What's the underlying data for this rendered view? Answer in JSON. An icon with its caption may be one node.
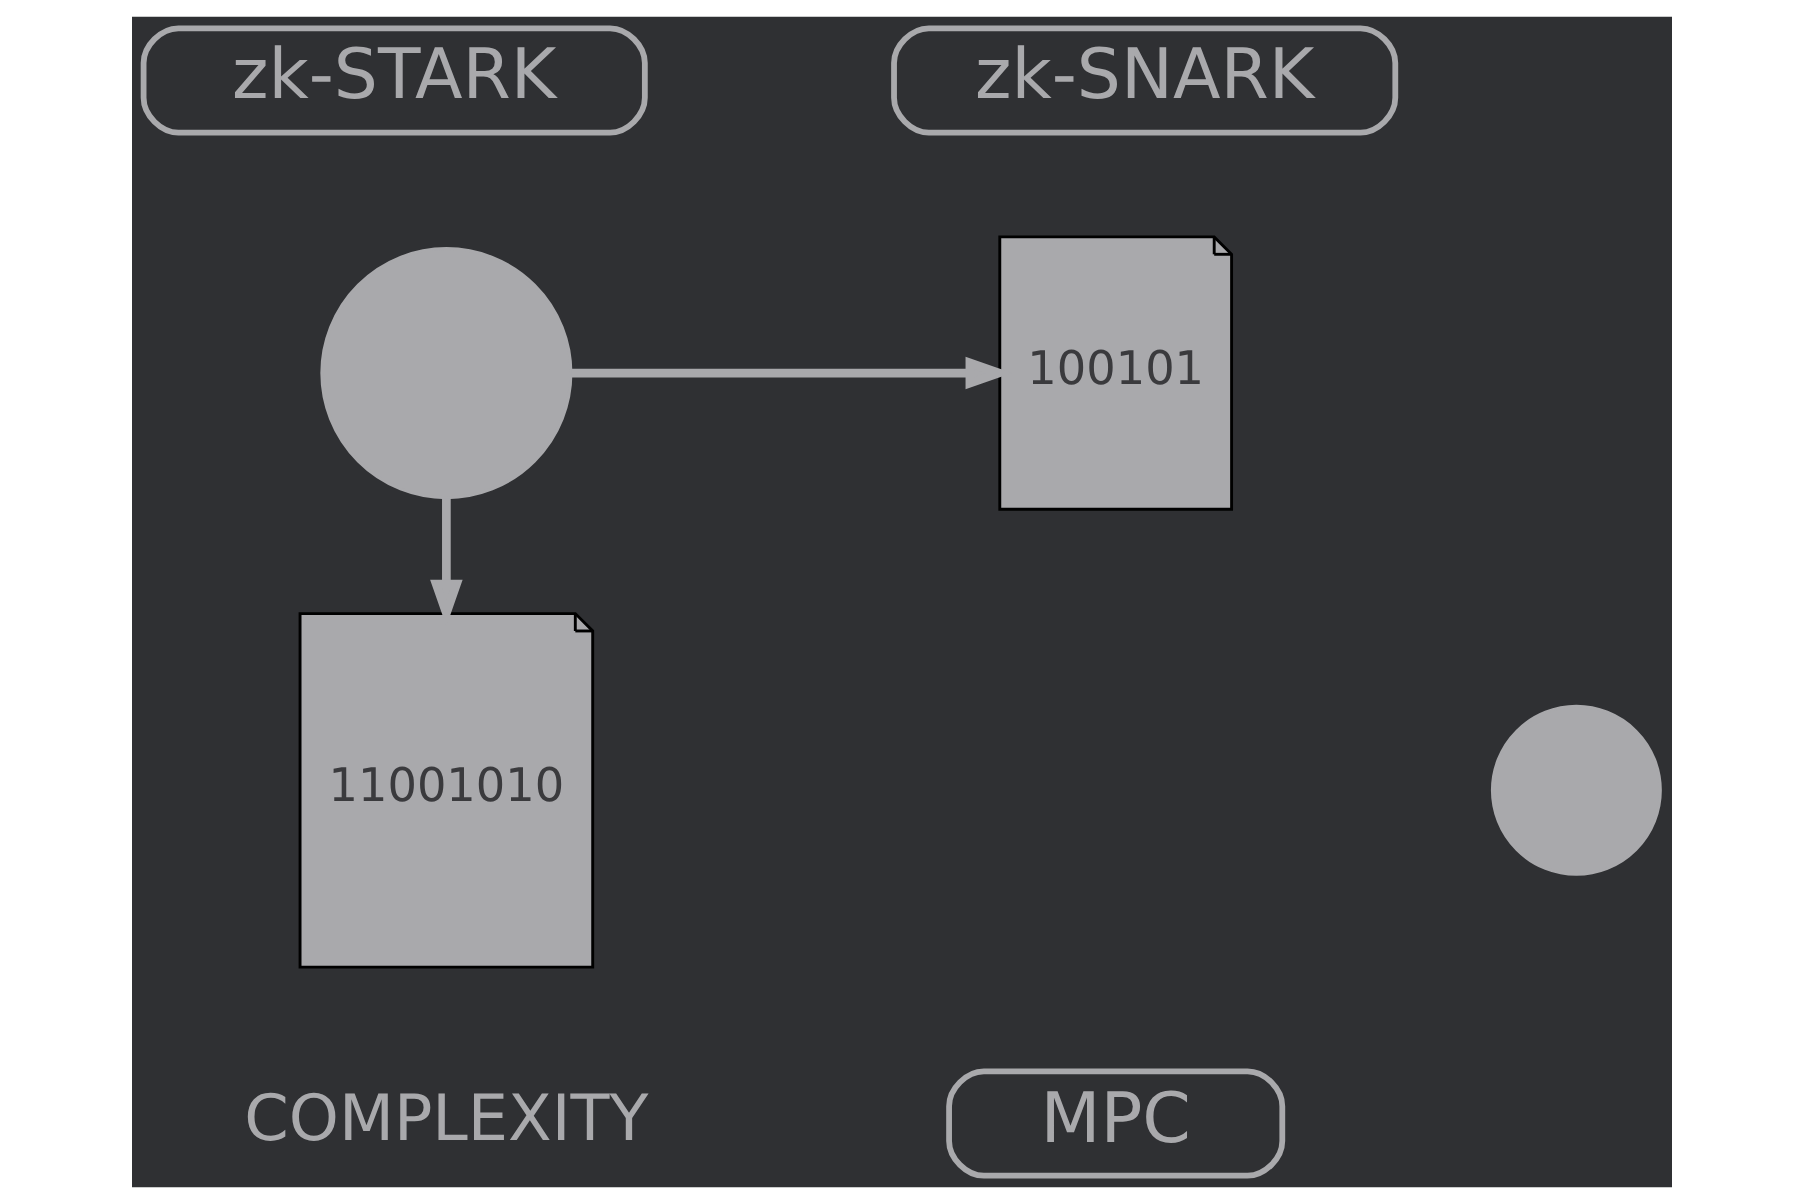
{
  "diagram": {
    "nodes": [
      {
        "text": [
          "zk-STARK"
        ]
      },
      {
        "text": [],
        "shape": "circle"
      },
      {
        "text": [
          "11001010"
        ]
      },
      {
        "text": [],
        "shape": "circle"
      },
      {
        "text": [
          "zk-SNARK"
        ]
      },
      {
        "text": [
          "100101"
        ]
      },
      {
        "text": [
          "MPC"
        ]
      }
    ],
    "edges": [
      {
        "from": 1,
        "to": 2,
        "arrow": "to"
      },
      {
        "from": 1,
        "to": 5,
        "arrow": "to"
      }
    ],
    "labels": [
      "COMPLEXITY"
    ]
  }
}
